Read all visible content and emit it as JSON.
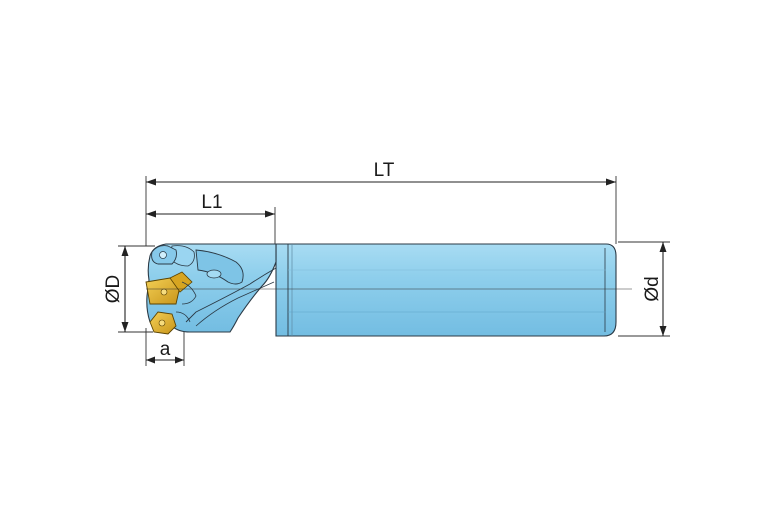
{
  "labels": {
    "total_length": "LT",
    "cutting_length": "L1",
    "cutter_diameter": "ØD",
    "shank_diameter": "Ød",
    "axial_offset": "a"
  },
  "colors": {
    "tool_body": "#8fcfec",
    "tool_body_shade": "#6fb8dc",
    "insert": "#e7b52c",
    "insert_shade": "#b88610",
    "line": "#222222"
  }
}
